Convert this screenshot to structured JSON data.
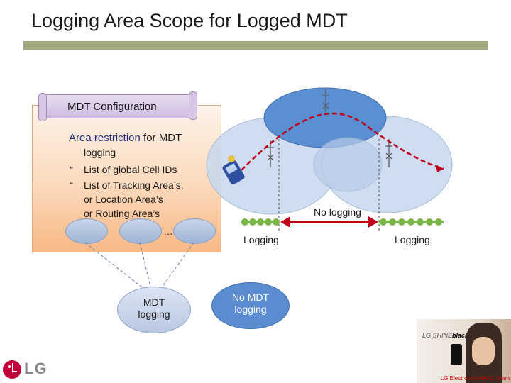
{
  "slide": {
    "title": "Logging Area Scope for Logged MDT"
  },
  "config": {
    "scroll_label": "MDT Configuration",
    "area_title_bold": "Area restriction",
    "area_title_rest": " for MDT",
    "line_logging": "logging",
    "bullet_glyph": "❝",
    "bullets": [
      "List of global Cell IDs",
      "List of Tracking Area’s,",
      "or Location Area’s",
      "or Routing Area’s"
    ],
    "dots": "…"
  },
  "nodes": {
    "mdt_logging": [
      "MDT",
      "logging"
    ],
    "no_mdt_logging": [
      "No MDT",
      "logging"
    ]
  },
  "diagram": {
    "no_logging": "No logging",
    "logging_left": "Logging",
    "logging_right": "Logging"
  },
  "branding": {
    "promo_brand_a": "LG SHINE",
    "promo_brand_b": "black",
    "promo_team": "LG Electronics RAN2 Team",
    "logo_text": "LG"
  },
  "colors": {
    "title_bar": "#a3a77e",
    "cell_blue": "#5b8fd1",
    "cell_light": "#c8d8ee",
    "arrow_red": "#c0001a",
    "logging_green": "#7ab648"
  }
}
